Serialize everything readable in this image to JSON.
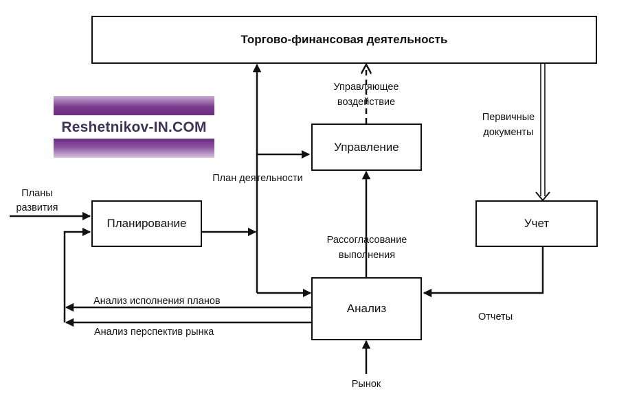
{
  "boxes": {
    "trade": "Торгово-финансовая деятельность",
    "management": "Управление",
    "planning": "Планирование",
    "accounting": "Учет",
    "analysis": "Анализ"
  },
  "labels": {
    "control_action_1": "Управляющее",
    "control_action_2": "воздействие",
    "primary_docs_1": "Первичные",
    "primary_docs_2": "документы",
    "activity_plan": "План деятельности",
    "dev_plans_1": "Планы",
    "dev_plans_2": "развития",
    "coordination_1": "Рассогласование",
    "coordination_2": "выполнения",
    "plans_analysis": "Анализ исполнения планов",
    "market_analysis": "Анализ перспектив рынка",
    "reports": "Отчеты",
    "market": "Рынок"
  },
  "logo": {
    "text": "Reshetnikov-IN.COM"
  }
}
